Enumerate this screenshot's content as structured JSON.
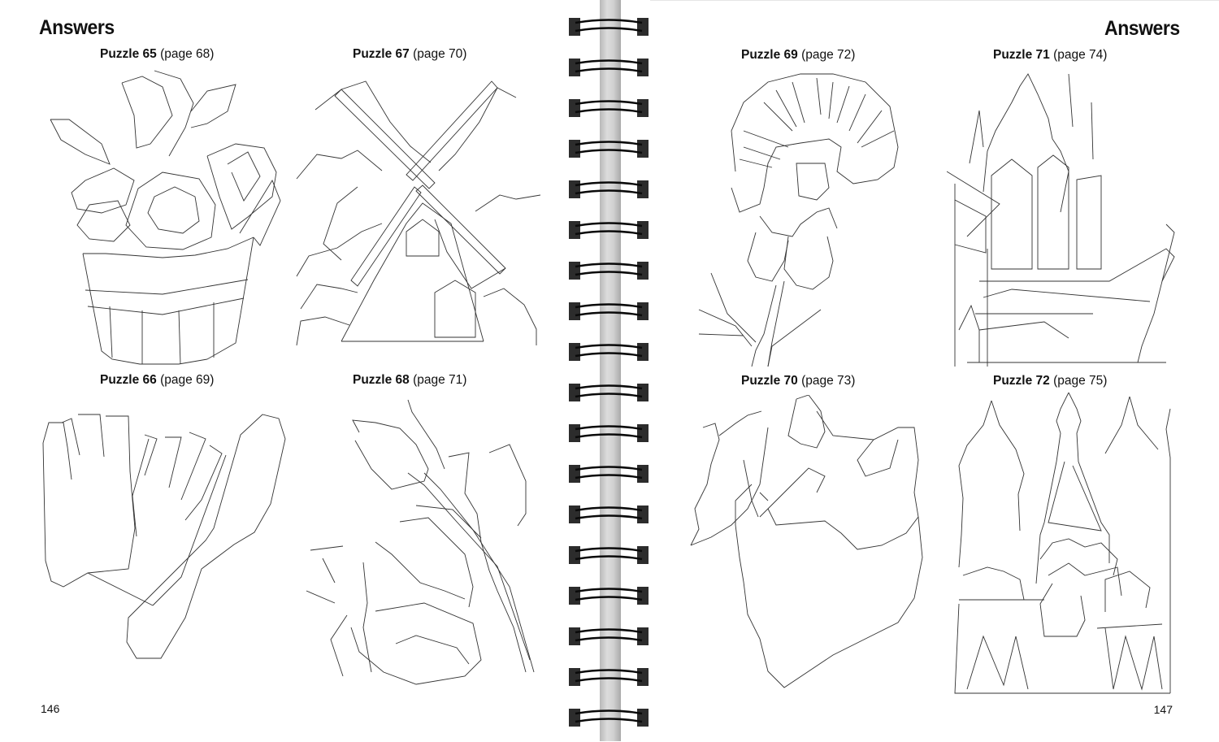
{
  "left_page": {
    "heading": "Answers",
    "page_number": "146",
    "puzzles": [
      {
        "id": "65",
        "title": "Puzzle 65",
        "page_ref": "(page 68)",
        "subject": "flower-pot"
      },
      {
        "id": "67",
        "title": "Puzzle 67",
        "page_ref": "(page 70)",
        "subject": "windmill"
      },
      {
        "id": "66",
        "title": "Puzzle 66",
        "page_ref": "(page 69)",
        "subject": "glove-and-bat"
      },
      {
        "id": "68",
        "title": "Puzzle 68",
        "page_ref": "(page 71)",
        "subject": "tulips"
      }
    ]
  },
  "right_page": {
    "heading": "Answers",
    "page_number": "147",
    "puzzles": [
      {
        "id": "69",
        "title": "Puzzle 69",
        "page_ref": "(page 72)",
        "subject": "dandelion"
      },
      {
        "id": "71",
        "title": "Puzzle 71",
        "page_ref": "(page 74)",
        "subject": "castle"
      },
      {
        "id": "70",
        "title": "Puzzle 70",
        "page_ref": "(page 73)",
        "subject": "bird"
      },
      {
        "id": "72",
        "title": "Puzzle 72",
        "page_ref": "(page 75)",
        "subject": "cathedral"
      }
    ]
  },
  "binding": {
    "type": "spiral",
    "ring_count": 17,
    "ring_color": "#2c2c2c",
    "spine_color": "#cfcfcf"
  }
}
